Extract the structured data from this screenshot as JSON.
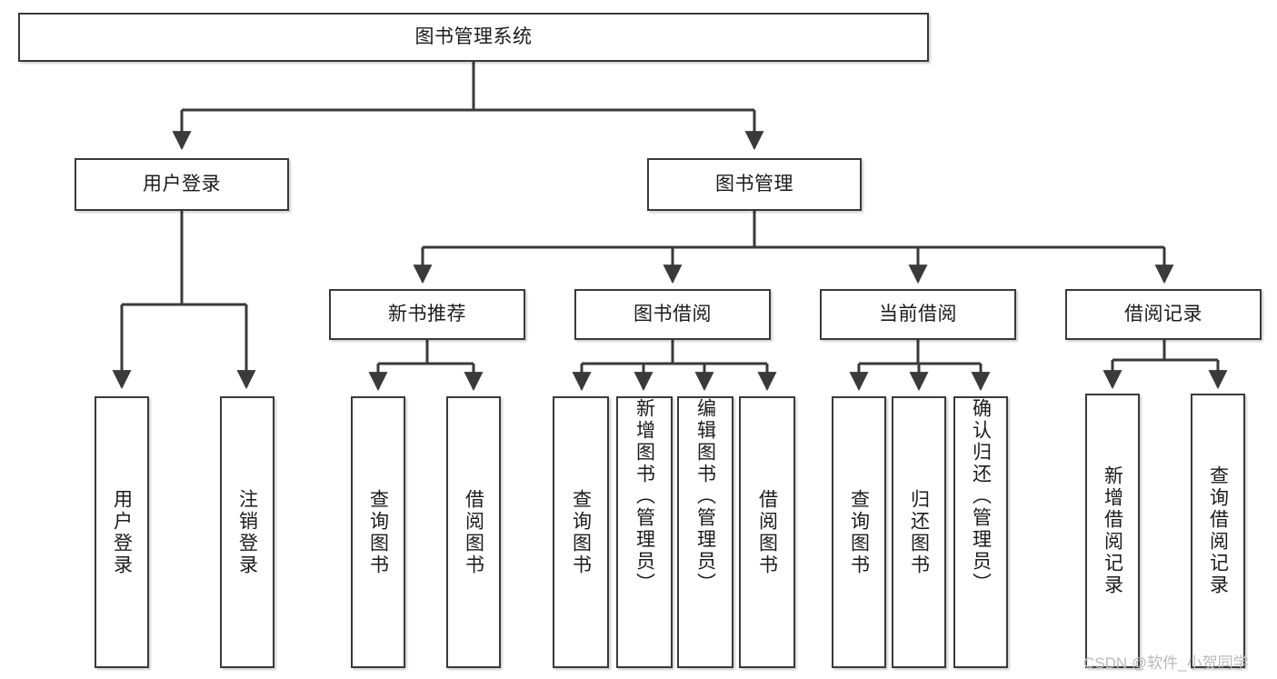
{
  "diagram": {
    "type": "hierarchy-tree",
    "title_node": {
      "label": "图书管理系统",
      "level": 0
    },
    "level1": [
      {
        "id": "user-login",
        "label": "用户登录"
      },
      {
        "id": "book-manage",
        "label": "图书管理"
      }
    ],
    "level2": [
      {
        "id": "new-book-recommend",
        "label": "新书推荐",
        "parent": "book-manage"
      },
      {
        "id": "book-borrow",
        "label": "图书借阅",
        "parent": "book-manage"
      },
      {
        "id": "current-borrow",
        "label": "当前借阅",
        "parent": "book-manage"
      },
      {
        "id": "borrow-record",
        "label": "借阅记录",
        "parent": "book-manage"
      }
    ],
    "leaves": {
      "user_login": [
        {
          "id": "leaf-user-login",
          "label": "用户登录"
        },
        {
          "id": "leaf-logout-login",
          "label": "注销登录"
        }
      ],
      "new_book_recommend": [
        {
          "id": "leaf-query-book-1",
          "label": "查询图书"
        },
        {
          "id": "leaf-borrow-book-1",
          "label": "借阅图书"
        }
      ],
      "book_borrow": [
        {
          "id": "leaf-query-book-2",
          "label": "查询图书"
        },
        {
          "id": "leaf-add-book",
          "label": "新增图书（管理员）"
        },
        {
          "id": "leaf-edit-book",
          "label": "编辑图书（管理员）"
        },
        {
          "id": "leaf-borrow-book-2",
          "label": "借阅图书"
        }
      ],
      "current_borrow": [
        {
          "id": "leaf-query-book-3",
          "label": "查询图书"
        },
        {
          "id": "leaf-return-book",
          "label": "归还图书"
        },
        {
          "id": "leaf-confirm-return",
          "label": "确认归还（管理员）"
        }
      ],
      "borrow_record": [
        {
          "id": "leaf-add-record",
          "label": "新增借阅记录"
        },
        {
          "id": "leaf-query-record",
          "label": "查询借阅记录"
        }
      ]
    },
    "colors": {
      "border": "#3a3a3a",
      "connector": "#3a3a3a",
      "text": "#1b1b1b",
      "background": "#ffffff",
      "watermark": "#b9b9b9"
    }
  },
  "watermark": {
    "text": "CSDN @软件_小贺同学"
  }
}
